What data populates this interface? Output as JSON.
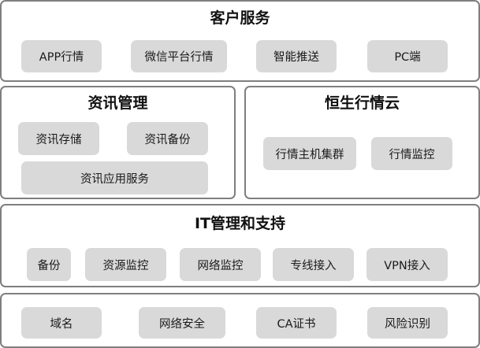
{
  "customer_service": {
    "title": "客户服务",
    "items": [
      "APP行情",
      "微信平台行情",
      "智能推送",
      "PC端"
    ]
  },
  "info_management": {
    "title": "资讯管理",
    "items": [
      "资讯存储",
      "资讯备份",
      "资讯应用服务"
    ]
  },
  "hengsheng_cloud": {
    "title": "恒生行情云",
    "items": [
      "行情主机集群",
      "行情监控"
    ]
  },
  "it_management": {
    "title": "IT管理和支持",
    "items": [
      "备份",
      "资源监控",
      "网络监控",
      "专线接入",
      "VPN接入"
    ]
  },
  "infrastructure": {
    "items": [
      "域名",
      "网络安全",
      "CA证书",
      "风险识别"
    ]
  },
  "colors": {
    "panel_border": "#7f7f7f",
    "chip_fill": "#d9d9d9",
    "text": "#111111"
  }
}
